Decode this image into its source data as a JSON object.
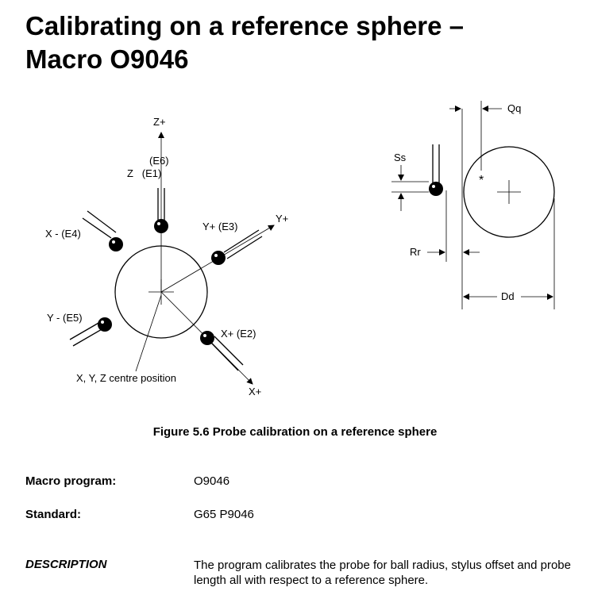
{
  "title": {
    "line1": "Calibrating on a reference sphere –",
    "line2": "Macro O9046"
  },
  "figure": {
    "left": {
      "z_plus": "Z+",
      "e6": "(E6)",
      "z_e1": "Z   (E1)",
      "x_minus_e4": "X - (E4)",
      "y_plus_e3": "Y+ (E3)",
      "y_plus": "Y+",
      "y_minus_e5": "Y - (E5)",
      "x_plus_e2": "X+ (E2)",
      "x_plus": "X+",
      "centre": "X, Y, Z centre position"
    },
    "right": {
      "qq": "Qq",
      "ss": "Ss",
      "rr": "Rr",
      "dd": "Dd",
      "star": "*"
    },
    "caption": "Figure 5.6  Probe calibration on a reference sphere"
  },
  "specs": {
    "macro_program_label": "Macro program:",
    "macro_program_value": "O9046",
    "standard_label": "Standard:",
    "standard_value": "G65 P9046"
  },
  "description": {
    "label": "DESCRIPTION",
    "text": "The program calibrates the probe for ball radius, stylus offset and probe length all with respect to a reference sphere."
  }
}
